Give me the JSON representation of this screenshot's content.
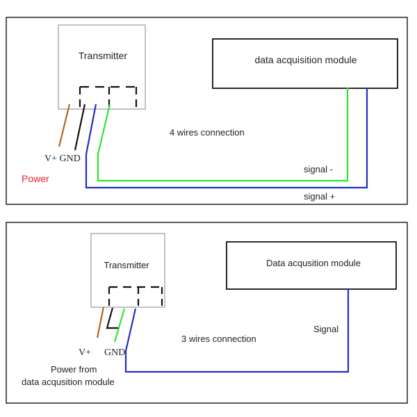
{
  "top": {
    "transmitter_label": "Transmitter",
    "module_label": "data acquisition module",
    "connection_label": "4 wires connection",
    "signal_minus_label": "signal -",
    "signal_plus_label": "signal +",
    "vplus_gnd_label": "V+ GND",
    "power_label": "Power"
  },
  "bottom": {
    "transmitter_label": "Transmitter",
    "module_label": "Data acqusition module",
    "connection_label": "3 wires connection",
    "signal_label": "Signal",
    "vplus_label": "V+",
    "gnd_label": "GND",
    "power_from_line1": "Power from",
    "power_from_line2": "data acqusition module"
  },
  "colors": {
    "brown_wire": "#b5651d",
    "black_wire": "#111111",
    "blue_wire": "#1f2fc4",
    "green_wire": "#2ee62e",
    "power_red": "#e8202a",
    "frame": "#222222"
  }
}
